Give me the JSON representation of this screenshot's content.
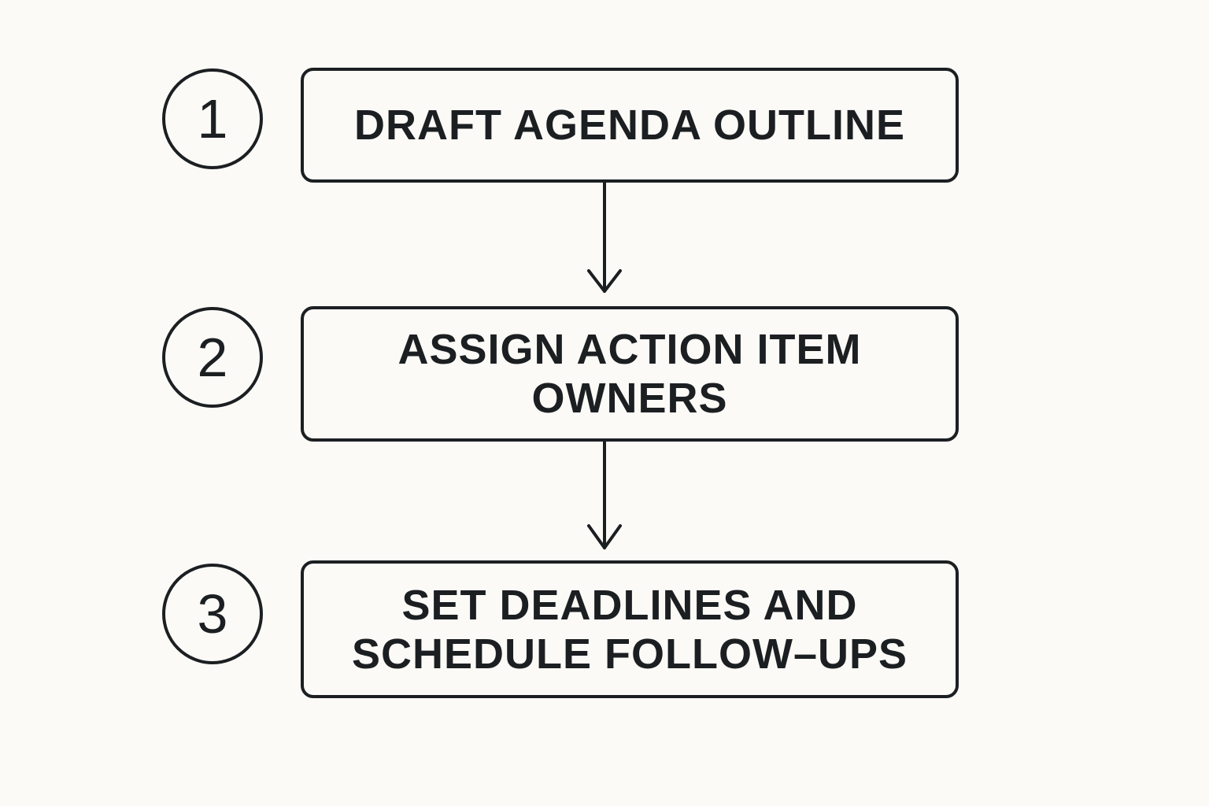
{
  "diagram": {
    "steps": [
      {
        "number": "1",
        "label": "DRAFT AGENDA OUTLINE"
      },
      {
        "number": "2",
        "label": "ASSIGN ACTION ITEM OWNERS"
      },
      {
        "number": "3",
        "label": "SET DEADLINES AND SCHEDULE FOLLOW–UPS"
      }
    ],
    "colors": {
      "background": "#fbfaf6",
      "stroke": "#1c1f22"
    }
  }
}
